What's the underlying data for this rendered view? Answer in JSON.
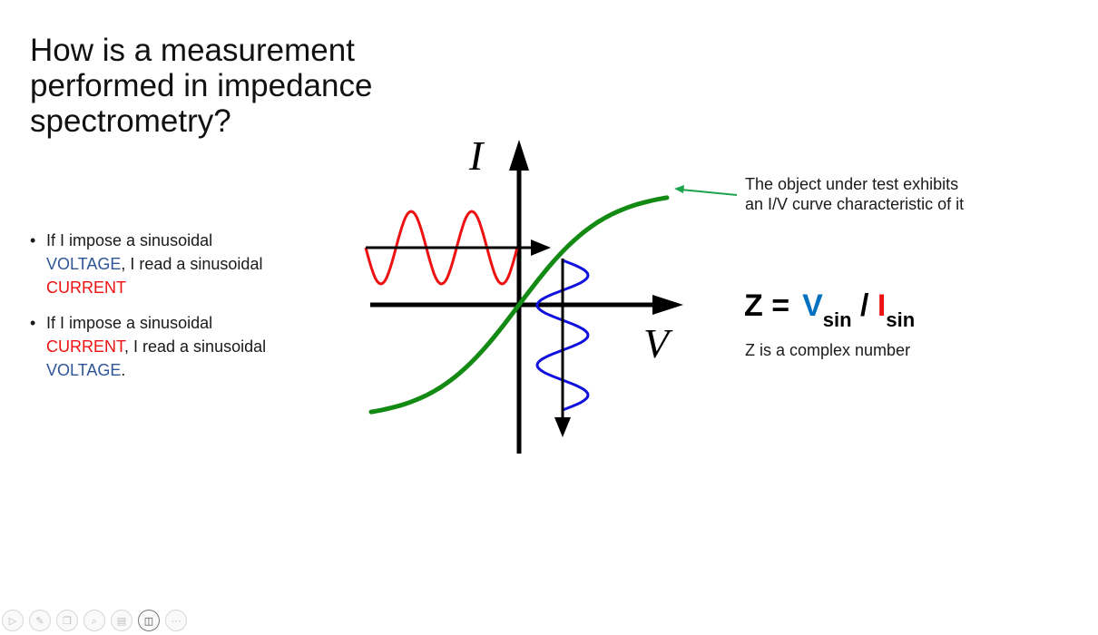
{
  "slide": {
    "title_lines": [
      "How is a measurement",
      "performed in impedance",
      "spectrometry?"
    ],
    "bullets": [
      {
        "line1": "If I impose a sinusoidal",
        "line2_highlight": "VOLTAGE",
        "line2_rest": ", I read a sinusoidal",
        "line3_highlight": "CURRENT",
        "line3_rest": ""
      },
      {
        "line1": "If I impose a sinusoidal",
        "line2_highlight": "CURRENT",
        "line2_rest": ", I read a sinusoidal",
        "line3_highlight": "VOLTAGE",
        "line3_rest": "."
      }
    ],
    "bullet_char": "•",
    "diagram": {
      "y_axis_label": "I",
      "x_axis_label": "V",
      "colors": {
        "iv_curve": "#138a13",
        "voltage_wave": "#ee1111",
        "current_wave": "#1111dd",
        "pointer_arrow": "#1aa34a",
        "axes": "#000000"
      }
    },
    "annotation_lines": [
      "The object under test exhibits",
      "an I/V curve characteristic of it"
    ],
    "formula": {
      "lhs": "Z =",
      "v": "V",
      "v_sub": "sin",
      "slash": "/",
      "i": "I",
      "i_sub": "sin"
    },
    "note": "Z is a complex number"
  },
  "toolbar": {
    "buttons": [
      {
        "icon": "play-icon",
        "glyph": "▷"
      },
      {
        "icon": "pen-icon",
        "glyph": "✎"
      },
      {
        "icon": "slides-icon",
        "glyph": "❐"
      },
      {
        "icon": "zoom-icon",
        "glyph": "⌕"
      },
      {
        "icon": "subtitles-icon",
        "glyph": "▤"
      },
      {
        "icon": "camera-icon",
        "glyph": "◫"
      },
      {
        "icon": "more-icon",
        "glyph": "⋯"
      }
    ]
  }
}
